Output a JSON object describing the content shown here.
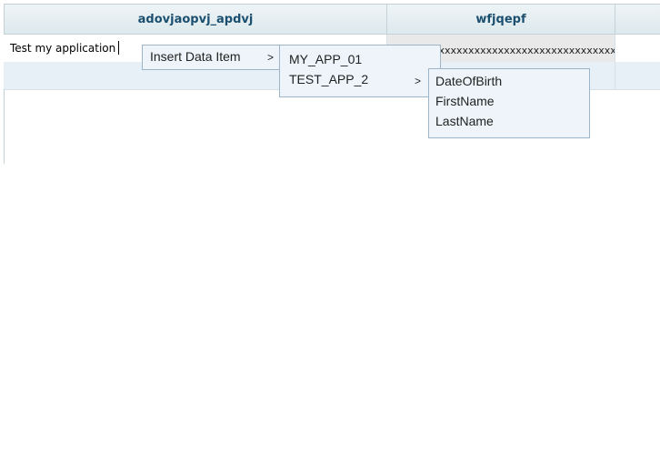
{
  "grid": {
    "columns": [
      {
        "label": "adovjaopvj_apdvj"
      },
      {
        "label": "wfjqepf"
      },
      {
        "label": ""
      }
    ],
    "rows": [
      {
        "cell1": "Test my application",
        "cell2": "xxxxxxxxxxxxxxxxxxxxxxxxxxxxxxx"
      }
    ]
  },
  "context_menu": {
    "insert_label": "Insert Data Item",
    "insert_arrow": ">",
    "apps": [
      {
        "label": "MY_APP_01"
      },
      {
        "label": "TEST_APP_2",
        "arrow": ">"
      }
    ],
    "fields": [
      {
        "label": "DateOfBirth"
      },
      {
        "label": "FirstName"
      },
      {
        "label": "LastName"
      }
    ]
  }
}
